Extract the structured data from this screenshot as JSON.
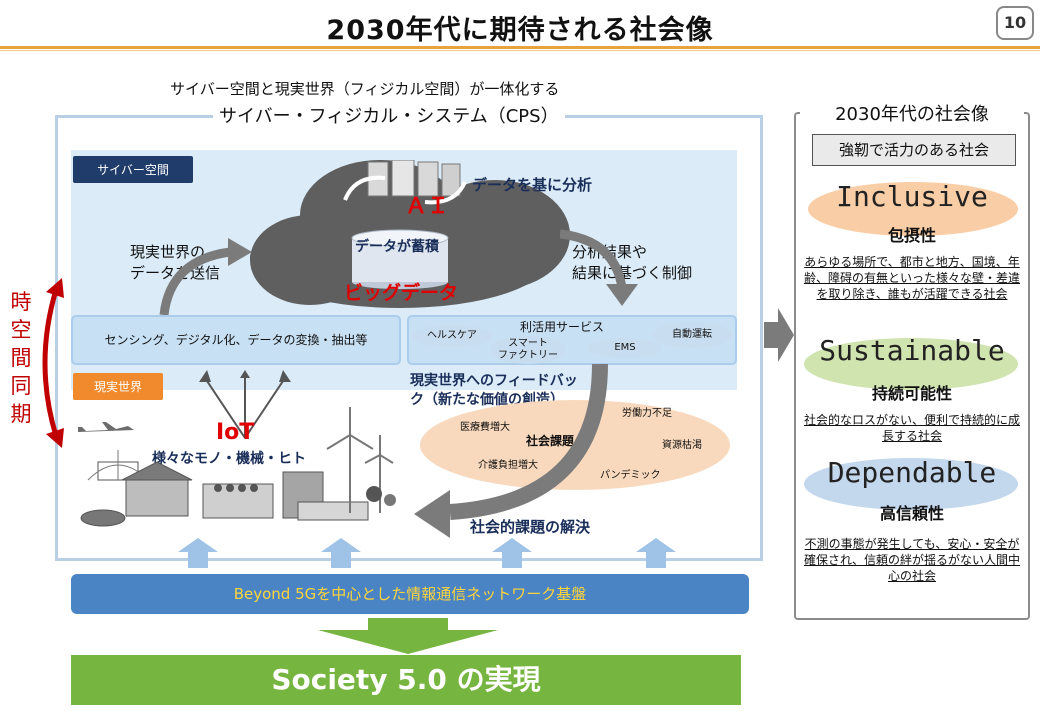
{
  "header": {
    "title": "2030年代に期待される社会像",
    "page_number": "10"
  },
  "cps": {
    "subtitle": "サイバー空間と現実世界（フィジカル空間）が一体化する",
    "title": "サイバー・フィジカル・システム（CPS）",
    "cyber_tag": "サイバー空間",
    "real_tag": "現実世界",
    "ai_label": "ＡＩ",
    "analysis_label": "データを基に分析",
    "accumulate_label": "データが蓄積",
    "bigdata_label": "ビッグデータ",
    "send_data_label": [
      "現実世界の",
      "データを送信"
    ],
    "control_label": [
      "分析結果や",
      "結果に基づく制御"
    ],
    "sensing_label": "センシング、デジタル化、データの変換・抽出等",
    "services_title": "利活用サービス",
    "services": [
      "ヘルスケア",
      "スマート\nファクトリー",
      "EMS",
      "自動運転"
    ],
    "feedback_label": [
      "現実世界へのフィードバッ",
      "ク（新たな価値の創造）"
    ],
    "iot_label": "IoT",
    "iot_sub": "様々なモノ・機械・ヒト",
    "issues_title": "社会課題",
    "issues": [
      "医療費増大",
      "労働力不足",
      "資源枯渇",
      "介護負担増大",
      "パンデミック"
    ],
    "solution_label": "社会的課題の解決"
  },
  "sync": {
    "chars": [
      "時",
      "空",
      "間",
      "同",
      "期"
    ]
  },
  "society_panel": {
    "title": "2030年代の社会像",
    "tagline": "強靭で活力のある社会",
    "values": [
      {
        "word": "Inclusive",
        "head": "包摂性",
        "desc": "あらゆる場所で、都市と地方、国境、年齢、障碍の有無といった様々な壁・差違を取り除き、誰もが活躍できる社会",
        "color": "#f6b980"
      },
      {
        "word": "Sustainable",
        "head": "持続可能性",
        "desc": "社会的なロスがない、便利で持続的に成長する社会",
        "color": "#bcd98e"
      },
      {
        "word": "Dependable",
        "head": "高信頼性",
        "desc": "不測の事態が発生しても、安心・安全が確保され、信頼の絆が揺るがない人間中心の社会",
        "color": "#a9c6e6"
      }
    ]
  },
  "network_bar": "Beyond 5Gを中心とした情報通信ネットワーク基盤",
  "goal": "Society 5.0 の実現",
  "colors": {
    "accent_orange": "#e8a33a",
    "red": "#c00000",
    "green": "#76b53f",
    "blue": "#4a84c4"
  }
}
